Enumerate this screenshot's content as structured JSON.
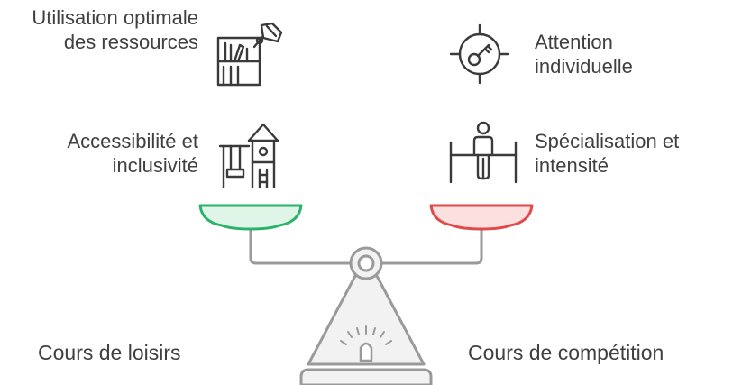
{
  "left": {
    "items": [
      {
        "label": "Utilisation optimale des ressources",
        "icon": "bookshelf-shuttlecock-icon"
      },
      {
        "label": "Accessibilité et inclusivité",
        "icon": "playground-icon"
      }
    ],
    "bottom_label": "Cours de loisirs",
    "pan_color": "#29b36a",
    "pan_fill": "#dff5e7"
  },
  "right": {
    "items": [
      {
        "label": "Attention individuelle",
        "icon": "target-key-icon"
      },
      {
        "label": "Spécialisation et intensité",
        "icon": "athlete-bar-icon"
      }
    ],
    "bottom_label": "Cours de compétition",
    "pan_color": "#e04a4a",
    "pan_fill": "#fbe0df"
  }
}
